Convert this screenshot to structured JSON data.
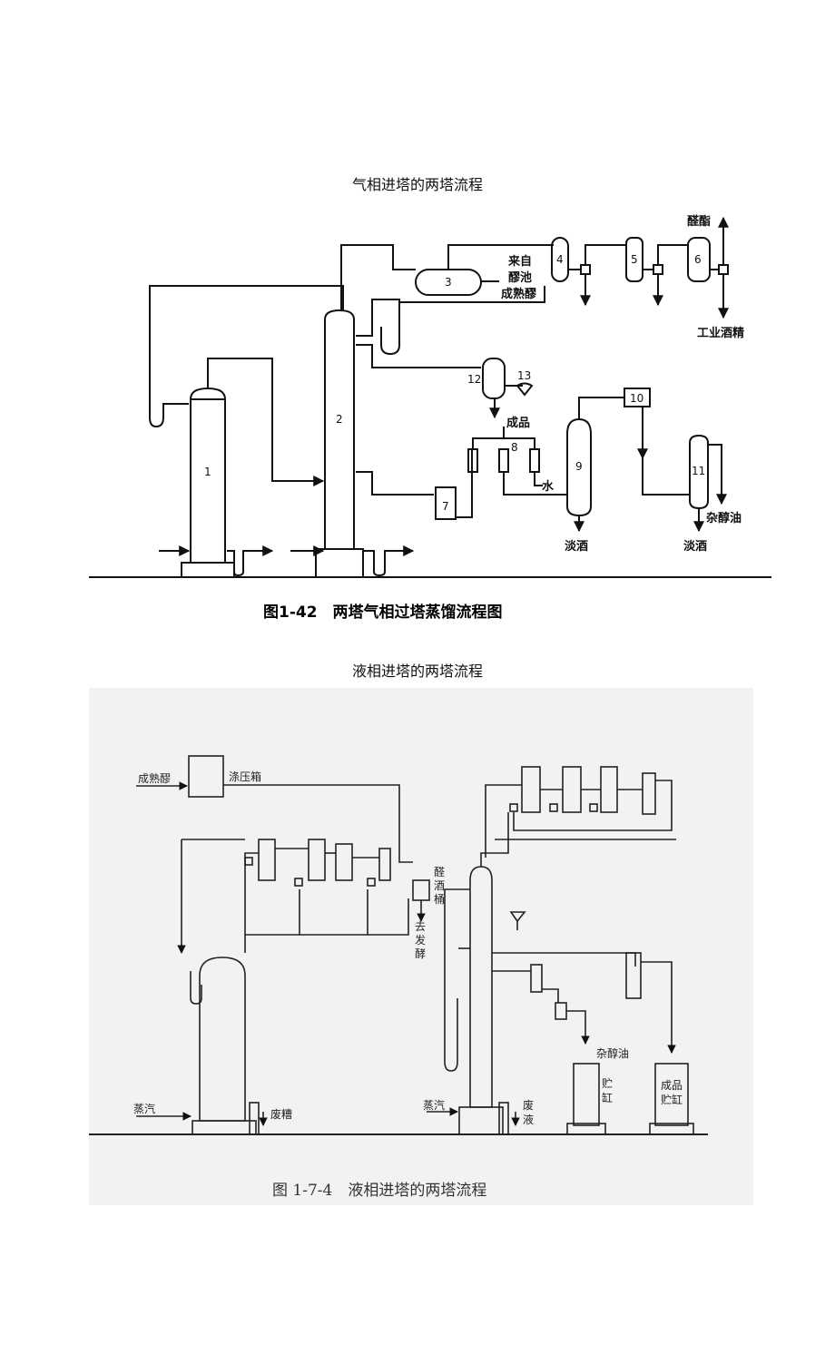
{
  "headings": {
    "first": "气相进塔的两塔流程",
    "second": "液相进塔的两塔流程"
  },
  "figure1": {
    "caption": "图1-42　两塔气相过塔蒸馏流程图",
    "units": [
      "1",
      "2",
      "3",
      "4",
      "5",
      "6",
      "7",
      "8",
      "9",
      "10",
      "11",
      "12",
      "13"
    ],
    "labels": {
      "lai_zi": "来自",
      "jiao_chi": "醪池",
      "cheng_shu_jiao": "成熟醪",
      "quan_fen": "醛酯",
      "gongye_jiujing": "工业酒精",
      "chengpin": "成品",
      "shui": "水",
      "danjiu_1": "淡酒",
      "danjiu_2": "淡酒",
      "zachunyou": "杂醇油"
    }
  },
  "figure2": {
    "caption": "图 1-7-4　液相进塔的两塔流程",
    "labels": {
      "cheng_shu_jiao": "成熟醪",
      "wenya_xiang": "涤压箱",
      "quanjiu_tong_1": "醛",
      "quanjiu_tong_2": "酒",
      "quanjiu_tong_3": "桶",
      "qu_fajiao_1": "去",
      "qu_fajiao_2": "发",
      "qu_fajiao_3": "酵",
      "zachunyou": "杂醇油",
      "zhu_1": "贮",
      "zhu_2": "缸",
      "chengpin_1": "成品",
      "chengpin_2": "贮缸",
      "zhengqi_1": "蒸汽",
      "feizha": "废糟",
      "zhengqi_2": "蒸汽",
      "fei": "废",
      "ye": "液"
    }
  }
}
